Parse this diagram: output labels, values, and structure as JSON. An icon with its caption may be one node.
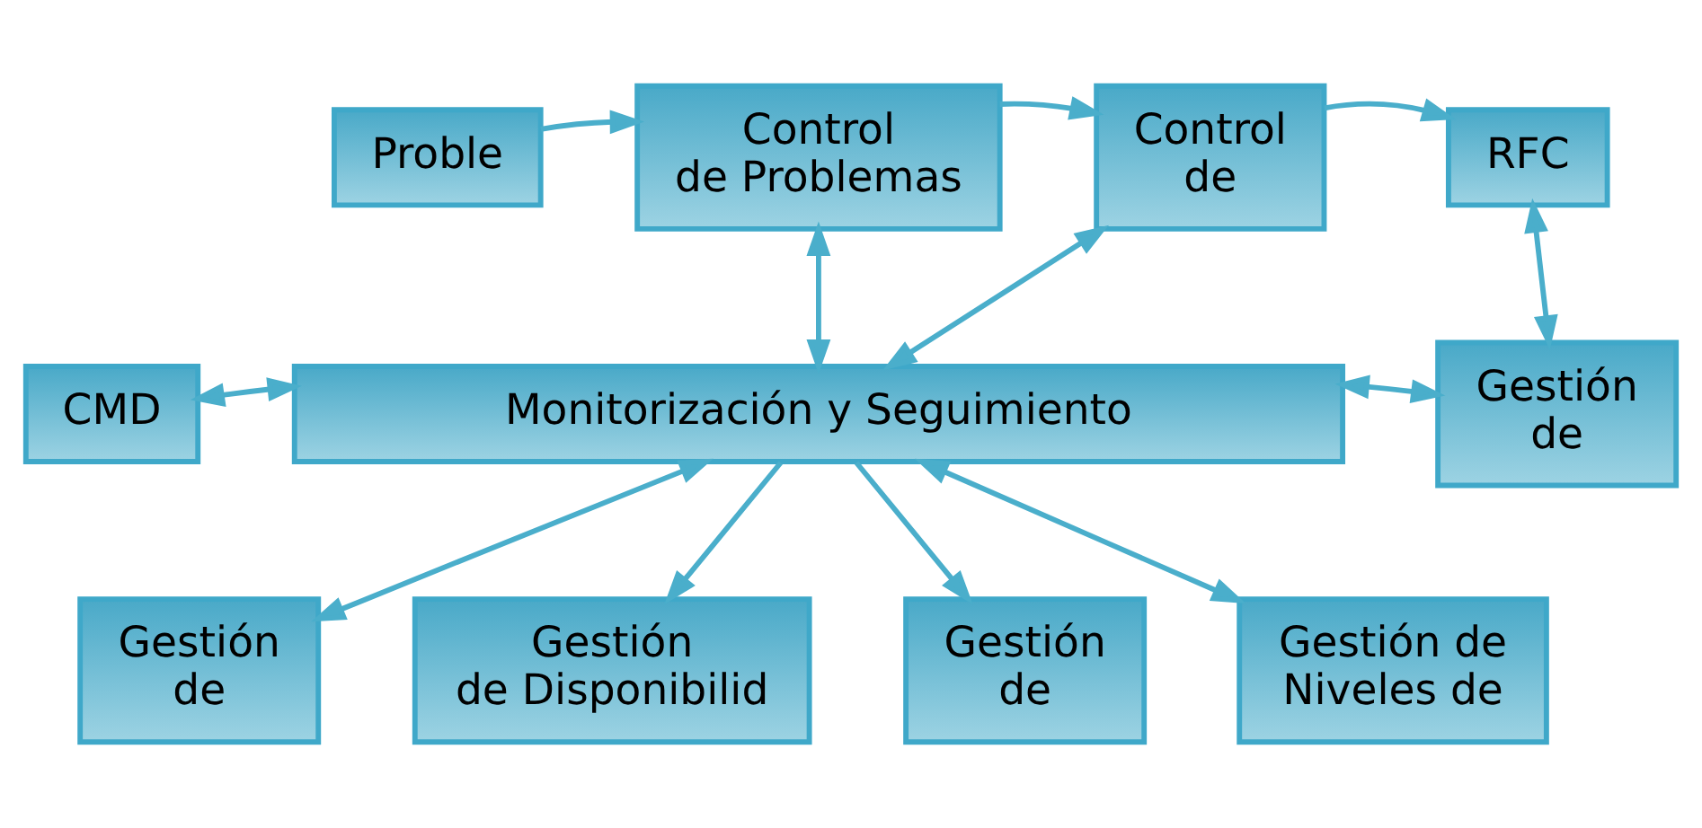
{
  "diagram": {
    "nodes": [
      {
        "text": [
          "Proble"
        ]
      },
      {
        "text": [
          "Control de Problemas"
        ]
      },
      {
        "text": [
          "Control de"
        ]
      },
      {
        "text": [
          "RFC"
        ]
      },
      {
        "text": [
          "CMD"
        ]
      },
      {
        "text": [
          "Monitorización y Seguimiento"
        ]
      },
      {
        "text": [
          "Gestión de"
        ]
      },
      {
        "text": [
          "Gestión de"
        ]
      },
      {
        "text": [
          "Gestión de Disponibilid"
        ]
      },
      {
        "text": [
          "Gestión de"
        ]
      },
      {
        "text": [
          "Gestión de Niveles de"
        ]
      }
    ],
    "edges": [
      {
        "from": 0,
        "to": 1,
        "arrow": "to"
      },
      {
        "from": 1,
        "to": 2,
        "arrow": "to"
      },
      {
        "from": 2,
        "to": 3,
        "arrow": "to"
      },
      {
        "from": 1,
        "to": 5,
        "arrow": "both"
      },
      {
        "from": 2,
        "to": 5,
        "arrow": "both"
      },
      {
        "from": 3,
        "to": 6,
        "arrow": "both"
      },
      {
        "from": 4,
        "to": 5,
        "arrow": "both"
      },
      {
        "from": 5,
        "to": 6,
        "arrow": "both"
      },
      {
        "from": 5,
        "to": 7,
        "arrow": "both"
      },
      {
        "from": 5,
        "to": 8,
        "arrow": "to"
      },
      {
        "from": 5,
        "to": 9,
        "arrow": "to"
      },
      {
        "from": 5,
        "to": 10,
        "arrow": "both"
      }
    ]
  }
}
